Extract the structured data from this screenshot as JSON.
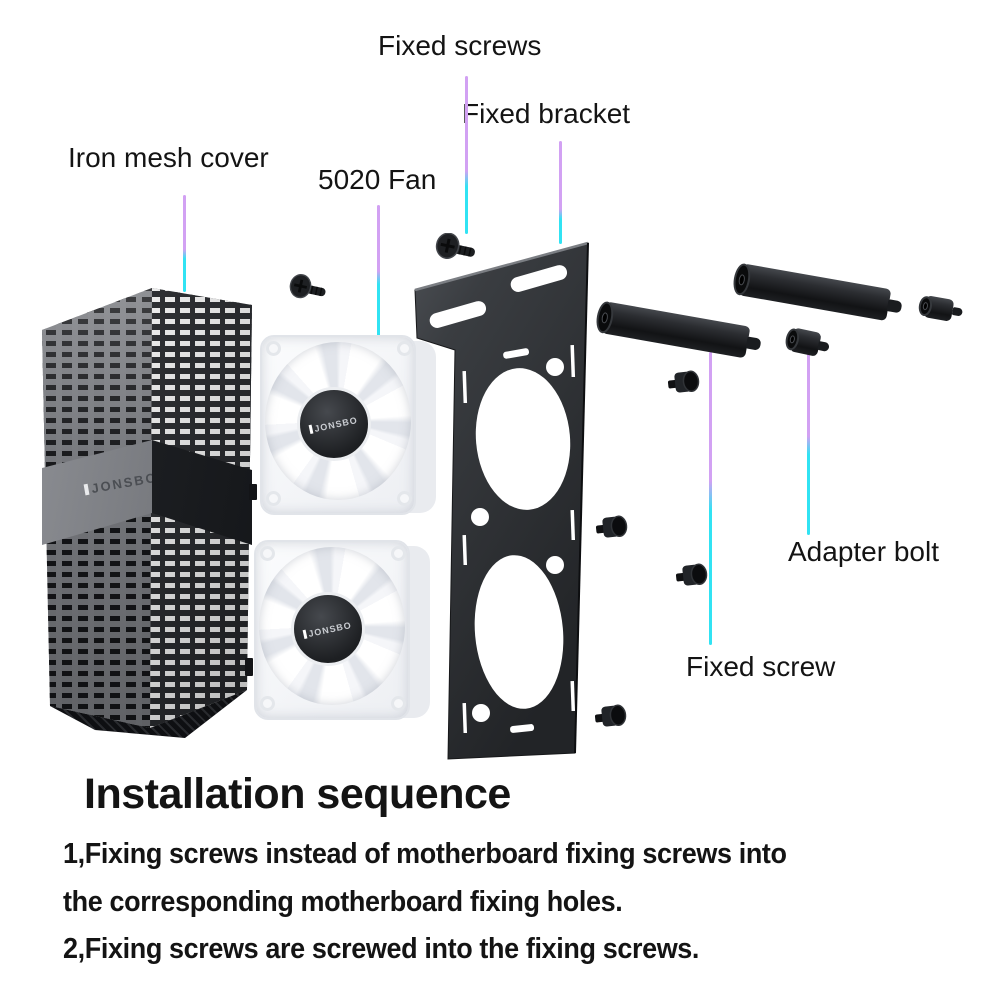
{
  "branding": {
    "logo": "JONSBO"
  },
  "callouts": {
    "fixed_screws": "Fixed screws",
    "fixed_bracket": "Fixed bracket",
    "iron_mesh_cover": "Iron mesh cover",
    "fan_5020": "5020 Fan",
    "adapter_bolt": "Adapter bolt",
    "fixed_screw": "Fixed screw"
  },
  "instructions": {
    "heading": "Installation sequence",
    "lines": [
      "1,Fixing screws instead of motherboard fixing screws into",
      "the corresponding motherboard fixing holes.",
      "2,Fixing screws are screwed into the fixing screws."
    ]
  },
  "colors": {
    "leader_purple": "#d2a1f3",
    "leader_cyan": "#31e3f3",
    "text": "#141414"
  }
}
